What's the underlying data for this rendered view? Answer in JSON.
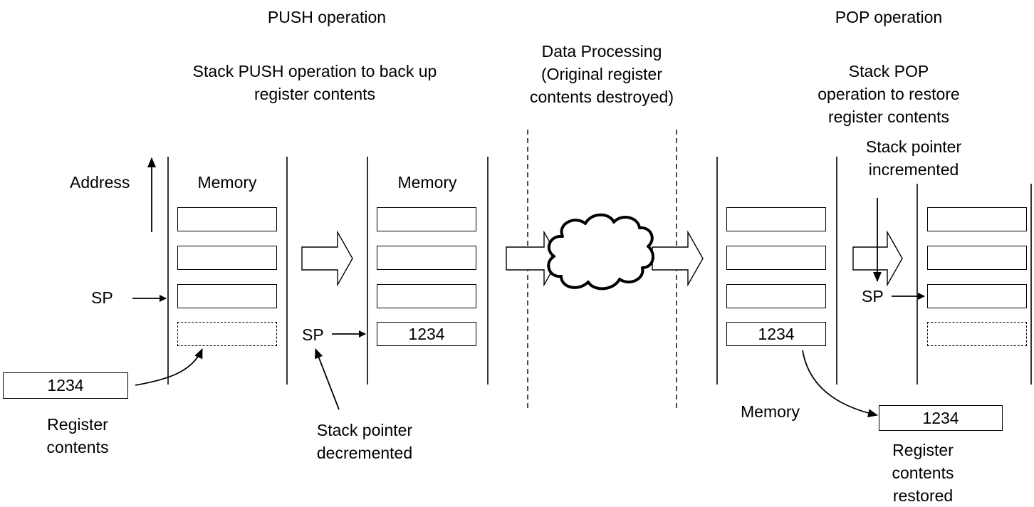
{
  "push": {
    "heading": "PUSH operation",
    "description": "Stack PUSH operation to back up\nregister contents"
  },
  "processing": {
    "description": "Data Processing\n(Original register\ncontents destroyed)"
  },
  "pop": {
    "heading": "POP operation",
    "description": "Stack POP operation to restore\nregister contents"
  },
  "address_label": "Address",
  "memory_label": "Memory",
  "sp_label": "SP",
  "value": "1234",
  "register_contents_label": "Register\ncontents",
  "stack_pointer_decremented": "Stack pointer\ndecremented",
  "stack_pointer_incremented": "Stack pointer\nincremented",
  "register_contents_restored": "Register\ncontents restored"
}
